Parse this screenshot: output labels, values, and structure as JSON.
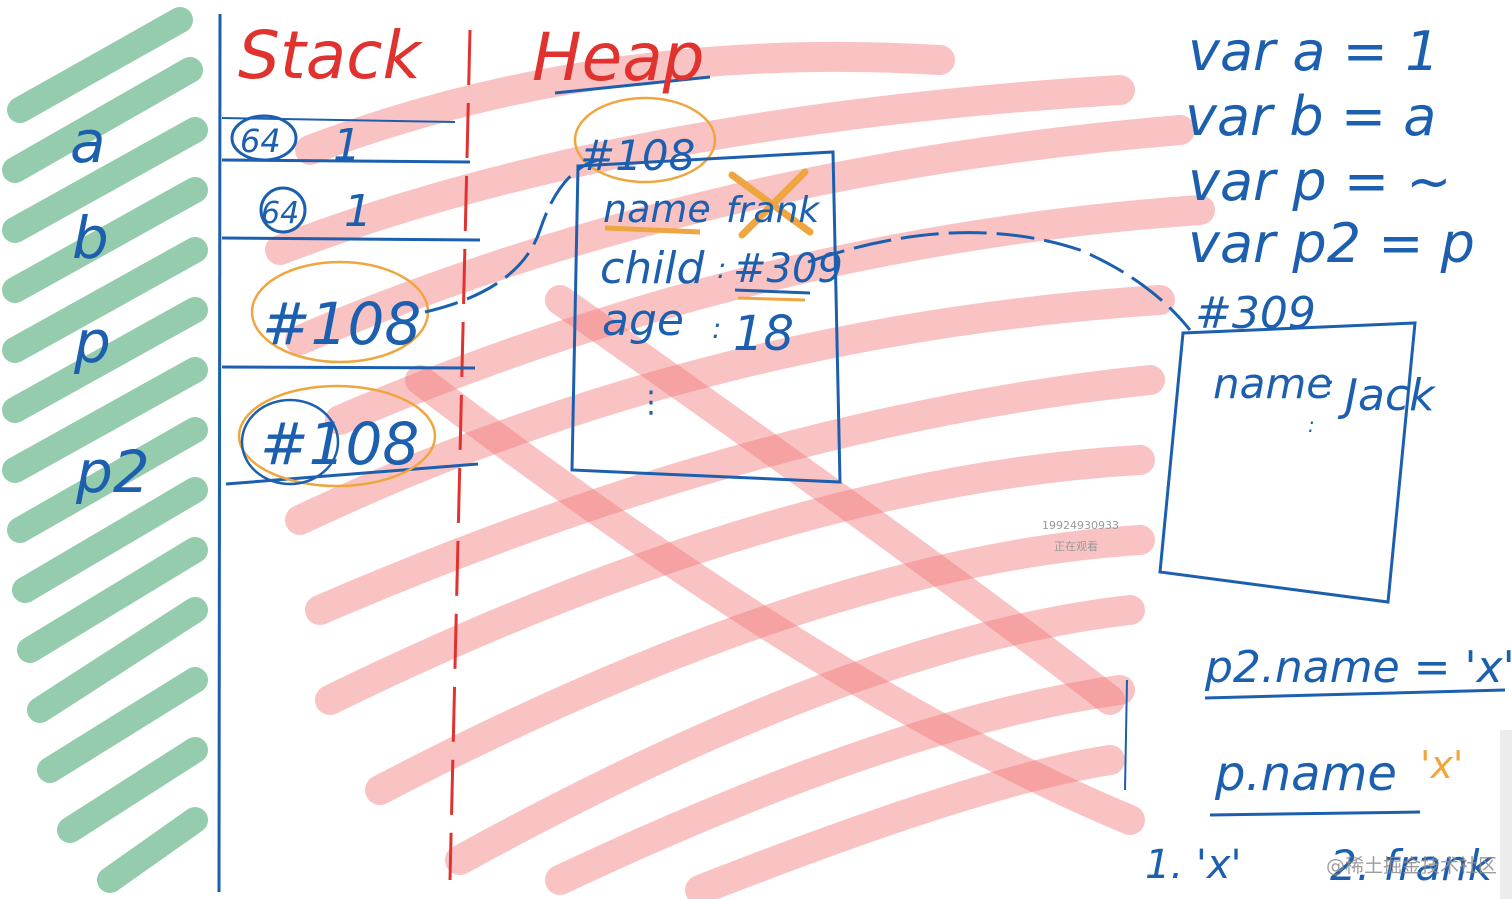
{
  "colors": {
    "ink_blue": "#1c5fae",
    "ink_red": "#e0322f",
    "ink_orange": "#f0a640",
    "scribble_red": "#f47a7a",
    "scribble_green": "#3da36a",
    "watermark_gray": "#9a9a9a"
  },
  "variables": [
    "a",
    "b",
    "p",
    "p2"
  ],
  "headings": {
    "stack": "Stack",
    "heap": "Heap"
  },
  "stack": {
    "slot_a": {
      "type": "64",
      "value": "1"
    },
    "slot_b": {
      "type": "64",
      "value": "1"
    },
    "slot_p": {
      "ref": "#108"
    },
    "slot_p2": {
      "ref": "#108"
    }
  },
  "heap": {
    "obj108": {
      "address": "#108",
      "name_key": "name",
      "name_value": "frank",
      "child_key": "child",
      "child_value": "#309",
      "age_key": "age",
      "age_value": "18"
    },
    "obj309": {
      "address": "#309",
      "name_key": "name",
      "name_value": "Jack"
    }
  },
  "code": {
    "line1": "var a = 1",
    "line2": "var b = a",
    "line3": "var p = ~",
    "line4": "var p2 = p"
  },
  "question": {
    "assign": "p2.name = 'x'",
    "query": "p.name",
    "query_answer": "'x'",
    "option1": "1. 'x'",
    "option2": "2. frank"
  },
  "overlay": {
    "viewer_id": "19924930933",
    "viewer_status": "正在观看",
    "site_watermark": "@稀土掘金技术社区"
  }
}
